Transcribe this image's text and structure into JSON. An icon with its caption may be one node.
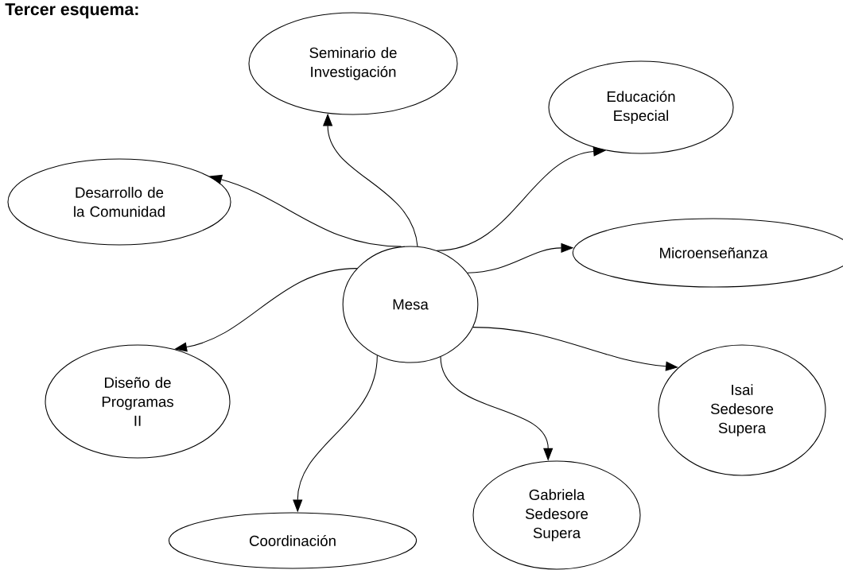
{
  "diagram": {
    "title": "Tercer esquema:",
    "nodes": [
      {
        "text": [
          "Seminario de Investigación"
        ]
      },
      {
        "text": [
          "Educación Especial"
        ]
      },
      {
        "text": [
          "Desarrollo de la Comunidad"
        ]
      },
      {
        "text": [
          "Microenseñanza"
        ]
      },
      {
        "text": [
          "Mesa"
        ]
      },
      {
        "text": [
          "Diseño de Programas II"
        ]
      },
      {
        "text": [
          "Isai Sedesore Supera"
        ]
      },
      {
        "text": [
          "Gabriela Sedesore Supera"
        ]
      },
      {
        "text": [
          "Coordinación"
        ]
      }
    ],
    "edges": [
      {
        "from": 4,
        "to": 0,
        "arrow": "to"
      },
      {
        "from": 4,
        "to": 1,
        "arrow": "to"
      },
      {
        "from": 4,
        "to": 2,
        "arrow": "to"
      },
      {
        "from": 4,
        "to": 3,
        "arrow": "to"
      },
      {
        "from": 4,
        "to": 5,
        "arrow": "to"
      },
      {
        "from": 4,
        "to": 6,
        "arrow": "to"
      },
      {
        "from": 4,
        "to": 7,
        "arrow": "to"
      },
      {
        "from": 4,
        "to": 8,
        "arrow": "to"
      }
    ]
  }
}
